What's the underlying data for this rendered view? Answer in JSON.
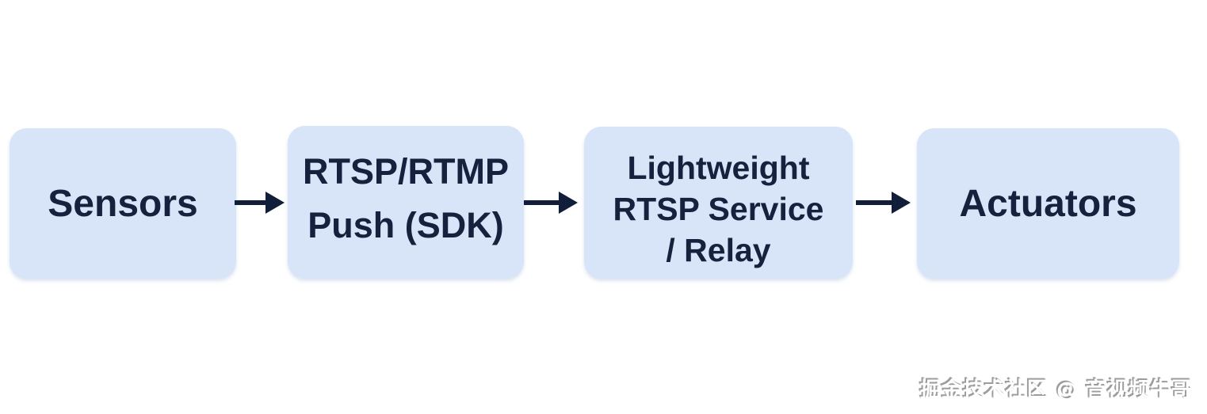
{
  "colors": {
    "background": "#ffffff",
    "box_fill": "#d8e4f7",
    "box_text": "#16213d",
    "arrow": "#111e3a"
  },
  "diagram": {
    "type": "flowchart",
    "direction": "left-to-right",
    "nodes": [
      {
        "id": "sensors",
        "lines": [
          "Sensors"
        ]
      },
      {
        "id": "rtsp-rtmp-push-sdk",
        "lines": [
          "RTSP/RTMP",
          "Push (SDK)"
        ]
      },
      {
        "id": "lightweight-rtsp-service-relay",
        "lines": [
          "Lightweight",
          "RTSP Service",
          "/ Relay"
        ]
      },
      {
        "id": "actuators",
        "lines": [
          "Actuators"
        ]
      }
    ],
    "edges": [
      {
        "from": "sensors",
        "to": "rtsp-rtmp-push-sdk"
      },
      {
        "from": "rtsp-rtmp-push-sdk",
        "to": "lightweight-rtsp-service-relay"
      },
      {
        "from": "lightweight-rtsp-service-relay",
        "to": "actuators"
      }
    ]
  },
  "watermark": {
    "text": "掘金技术社区 @ 音视频牛哥"
  }
}
